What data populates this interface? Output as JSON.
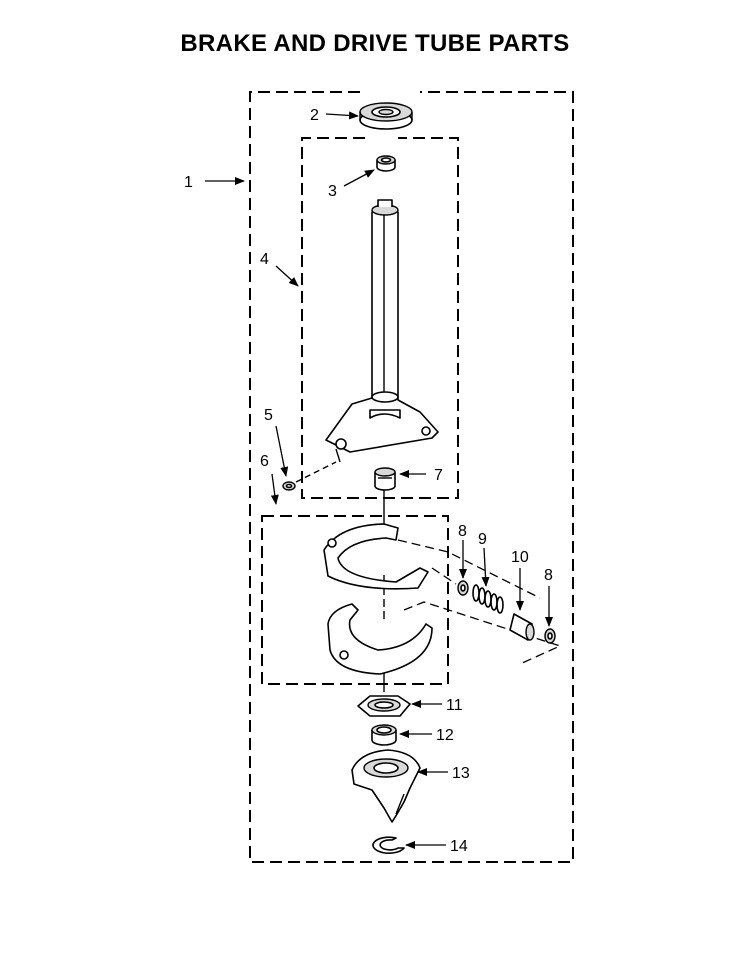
{
  "title": "BRAKE AND DRIVE TUBE PARTS",
  "callouts": [
    {
      "key": "c1",
      "label": "1"
    },
    {
      "key": "c2",
      "label": "2"
    },
    {
      "key": "c3",
      "label": "3"
    },
    {
      "key": "c4",
      "label": "4"
    },
    {
      "key": "c5",
      "label": "5"
    },
    {
      "key": "c6",
      "label": "6"
    },
    {
      "key": "c7",
      "label": "7"
    },
    {
      "key": "c8a",
      "label": "8"
    },
    {
      "key": "c9",
      "label": "9"
    },
    {
      "key": "c10",
      "label": "10"
    },
    {
      "key": "c8b",
      "label": "8"
    },
    {
      "key": "c11",
      "label": "11"
    },
    {
      "key": "c12",
      "label": "12"
    },
    {
      "key": "c13",
      "label": "13"
    },
    {
      "key": "c14",
      "label": "14"
    }
  ]
}
